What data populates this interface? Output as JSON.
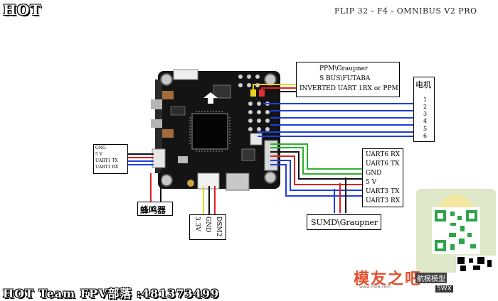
{
  "header": {
    "hot_label": "HOT",
    "board_title": "FLIP 32 - F4 - OMNIBUS V2 PRO"
  },
  "receiver_box": {
    "lines": [
      "PPM\\Graupner",
      "S BUS\\FUTABA",
      "INVERTED UART 1RX or PPM"
    ]
  },
  "motor_box": {
    "title": "电机",
    "numbers": [
      "1",
      "2",
      "3",
      "4",
      "5",
      "6"
    ]
  },
  "left_box": {
    "lines": [
      "GNG",
      "5 V",
      "UART1 TX",
      "UART1 RX"
    ]
  },
  "uart_box": {
    "lines": [
      "UART6 RX",
      "UART6 TX",
      "GND",
      "5 V",
      "UART3 TX",
      "UART3 RX"
    ]
  },
  "buzzer_label": "蜂鸣器",
  "dsm_labels": [
    "3.3V",
    "GND",
    "DSM2"
  ],
  "sumd_label": "SUMD\\Graupner",
  "footer": {
    "text": "HOT Team FPV部落 :481373499"
  },
  "watermark": {
    "brand": "模友之吧",
    "site": "www.mo8.com",
    "stamp": "航模模型",
    "badge": "5WX"
  },
  "colors": {
    "wire_blue": "#1f3fd8",
    "wire_red": "#e0201b",
    "wire_green": "#2db12d",
    "wire_black": "#111111",
    "wire_yellow": "#e8d21a",
    "board": "#141414"
  }
}
